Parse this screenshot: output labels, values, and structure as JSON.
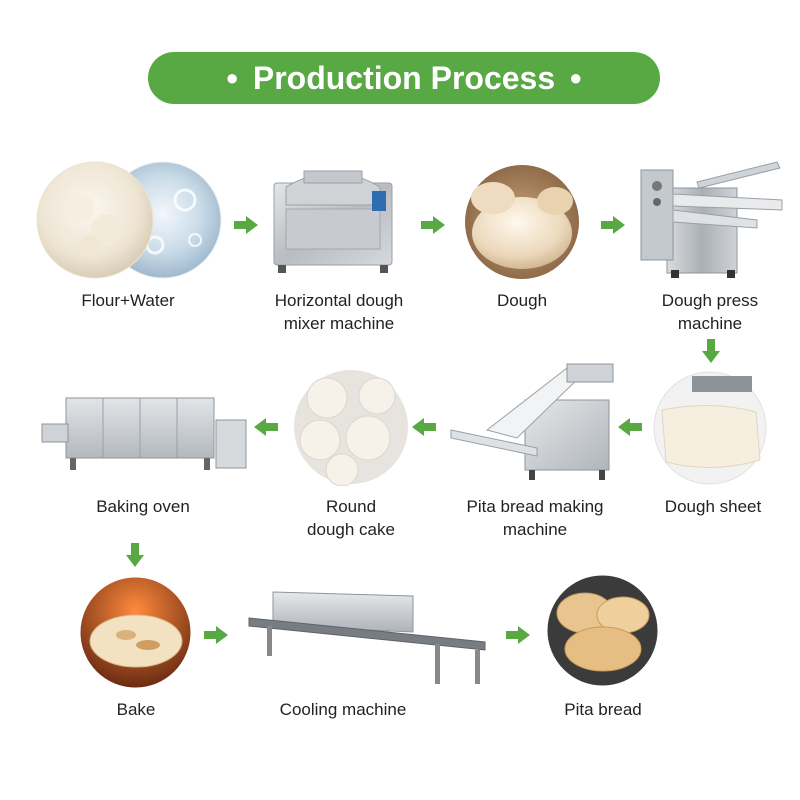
{
  "title": "Production Process",
  "colors": {
    "accent": "#58a944",
    "text": "#222222"
  },
  "steps": [
    {
      "label": "Flour+Water"
    },
    {
      "label": "Horizontal dough\nmixer machine"
    },
    {
      "label": "Dough"
    },
    {
      "label": "Dough press\nmachine"
    },
    {
      "label": "Dough sheet"
    },
    {
      "label": "Pita bread making\nmachine"
    },
    {
      "label": "Round\ndough cake"
    },
    {
      "label": "Baking oven"
    },
    {
      "label": "Bake"
    },
    {
      "label": "Cooling machine"
    },
    {
      "label": "Pita bread"
    }
  ],
  "arrows": [
    {
      "direction": "right",
      "icon": "green-arrow-right-icon"
    },
    {
      "direction": "right",
      "icon": "green-arrow-right-icon"
    },
    {
      "direction": "right",
      "icon": "green-arrow-right-icon"
    },
    {
      "direction": "down",
      "icon": "green-arrow-down-icon"
    },
    {
      "direction": "left",
      "icon": "green-arrow-left-icon"
    },
    {
      "direction": "left",
      "icon": "green-arrow-left-icon"
    },
    {
      "direction": "left",
      "icon": "green-arrow-left-icon"
    },
    {
      "direction": "down",
      "icon": "green-arrow-down-icon"
    },
    {
      "direction": "right",
      "icon": "green-arrow-right-icon"
    },
    {
      "direction": "right",
      "icon": "green-arrow-right-icon"
    }
  ]
}
